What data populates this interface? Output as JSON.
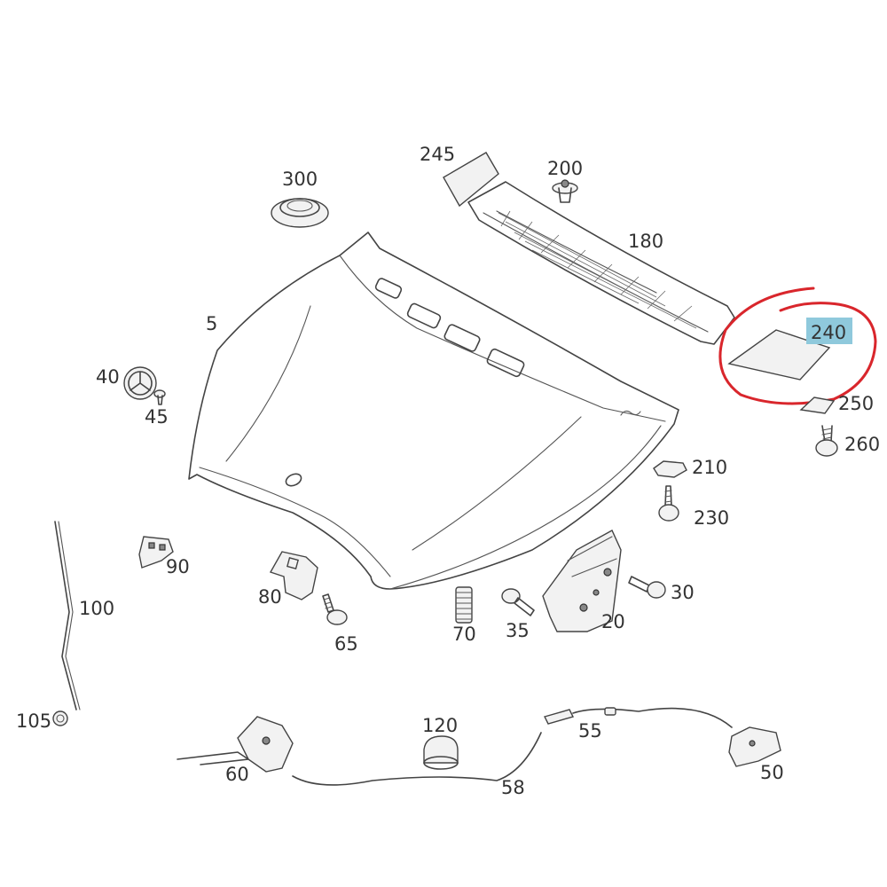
{
  "labels": {
    "p5": "5",
    "p20": "20",
    "p30": "30",
    "p35": "35",
    "p40": "40",
    "p45": "45",
    "p50": "50",
    "p55": "55",
    "p58": "58",
    "p60": "60",
    "p65": "65",
    "p70": "70",
    "p80": "80",
    "p90": "90",
    "p100": "100",
    "p105": "105",
    "p120": "120",
    "p180": "180",
    "p200": "200",
    "p210": "210",
    "p230": "230",
    "p240": "240",
    "p245": "245",
    "p250": "250",
    "p260": "260",
    "p300": "300"
  },
  "highlight": {
    "part": "240",
    "highlight_color": "#8fc9dc",
    "circle_color": "#d9262c"
  }
}
